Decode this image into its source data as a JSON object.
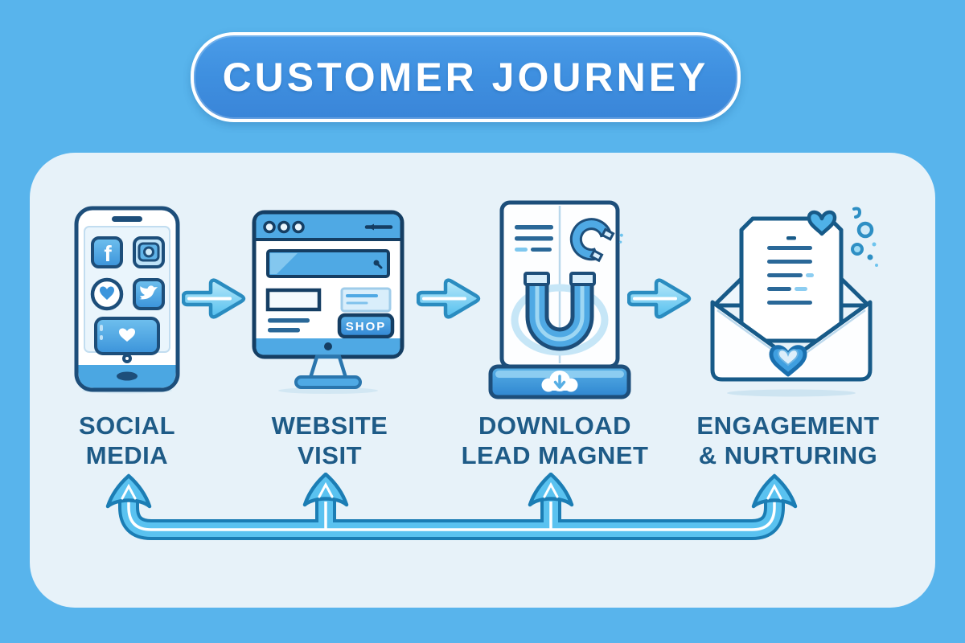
{
  "title": "CUSTOMER JOURNEY",
  "colors": {
    "background": "#58b4ec",
    "panel": "#e7f2f9",
    "banner_fill": "#3f90e0",
    "title_text": "#ffffff",
    "label_text": "#1e5b87",
    "icon_outline": "#1d4e7a",
    "icon_blue": "#4fa9e4",
    "arrow_fill": "#7fd4f4",
    "arrow_outline": "#2a8cc0"
  },
  "stages": [
    {
      "id": "social-media",
      "label_line1": "SOCIAL",
      "label_line2": "MEDIA",
      "icon": "smartphone-with-social-app-icons"
    },
    {
      "id": "website-visit",
      "label_line1": "WEBSITE",
      "label_line2": "VISIT",
      "icon": "desktop-monitor-with-webshop"
    },
    {
      "id": "download-lead-magnet",
      "label_line1": "DOWNLOAD",
      "label_line2": "LEAD MAGNET",
      "icon": "document-with-magnet-and-download-tray"
    },
    {
      "id": "engagement-nurturing",
      "label_line1": "ENGAGEMENT",
      "label_line2": "& NURTURING",
      "icon": "open-envelope-letter-with-hearts"
    }
  ],
  "monitor": {
    "shop_button_label": "SHOP"
  },
  "icons": {
    "facebook_glyph": "f"
  },
  "flow": {
    "forward_arrows": 3,
    "feedback_arrows": 4,
    "direction": "left-to-right with feedback loop returning to every stage"
  }
}
